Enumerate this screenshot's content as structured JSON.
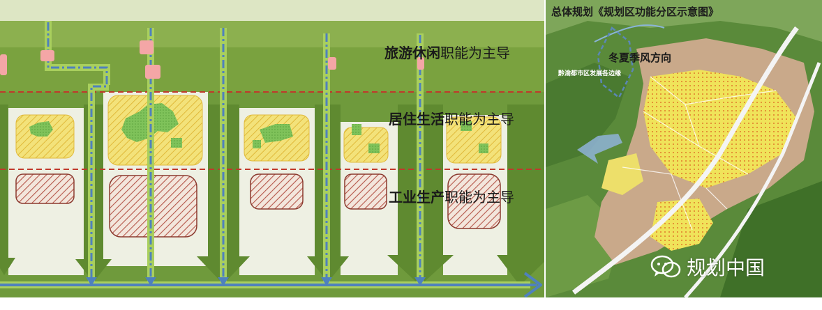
{
  "zones": [
    {
      "bold": "旅游休闲",
      "rest": "职能为主导"
    },
    {
      "bold": "居住生活",
      "rest": "职能为主导"
    },
    {
      "bold": "工业生产",
      "rest": "职能为主导"
    }
  ],
  "map": {
    "title": "总体规划《规划区功能分区示意图》",
    "wind_label": "冬夏季风方向",
    "district_label": "黔渝都市区发展各边缘",
    "watermark": "规划中国"
  },
  "colors": {
    "dark_green": "#6f9a3c",
    "mid_green": "#8db04e",
    "light_green": "#b7cf73",
    "pale": "#eef0e3",
    "dashed_red": "#c0392b",
    "yellow": "#f3e27a",
    "hatch_red": "#b5574a",
    "river_blue": "#4f81bd",
    "pink": "#f4a6a6"
  }
}
